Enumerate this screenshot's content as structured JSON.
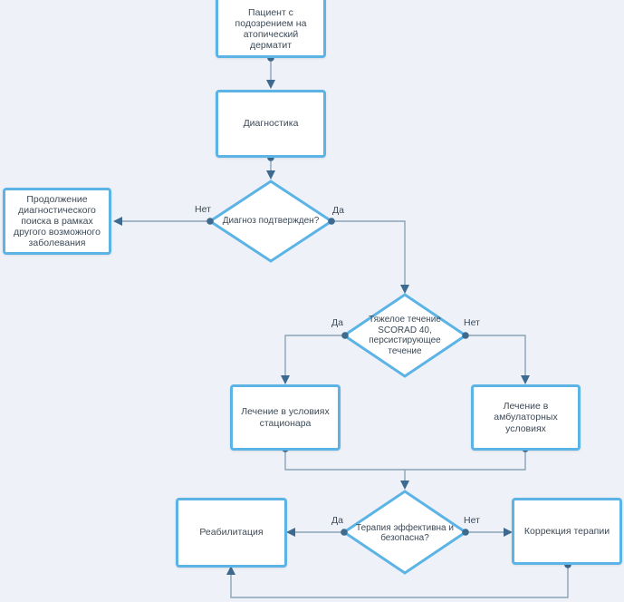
{
  "colors": {
    "node_border": "#5bb3e6",
    "connector": "#8aa2b8",
    "arrow": "#3d6a8e",
    "dot": "#3d6a8e",
    "background": "#eef1f7",
    "text": "#3d4a57"
  },
  "nodes": {
    "start": "Пациент с подозрением на атопический дерматит",
    "diagnostics": "Диагностика",
    "continue_search": "Продолжение диагностического поиска в рамках другого возможного заболевания",
    "diag_confirmed": "Диагноз подтвержден?",
    "severe": "Тяжелое течение SCORAD 40, персистирующее течение",
    "hospital": "Лечение в условиях стационара",
    "outpatient": "Лечение в амбулаторных условиях",
    "therapy_effective": "Терапия эффективна и безопасна?",
    "rehab": "Реабилитация",
    "correction": "Коррекция терапии"
  },
  "edge_labels": {
    "diag_no": "Нет",
    "diag_yes": "Да",
    "severe_yes": "Да",
    "severe_no": "Нет",
    "therapy_yes": "Да",
    "therapy_no": "Нет"
  }
}
